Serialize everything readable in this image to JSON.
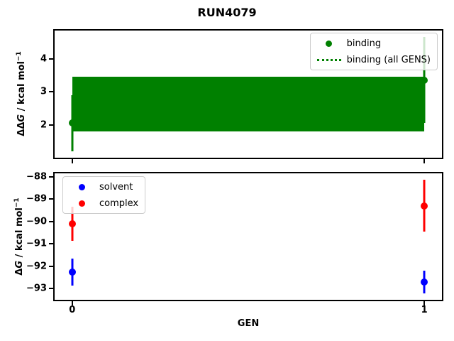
{
  "title": "RUN4079",
  "chart_data": [
    {
      "type": "errorbar",
      "panel": "top",
      "ylabel": "ΔΔG / kcal mol⁻¹",
      "ylabel_parts": {
        "prefix": "ΔΔ",
        "var": "G",
        "unit": " / kcal mol",
        "sup": "−1"
      },
      "x": [
        0,
        1
      ],
      "series": [
        {
          "name": "binding",
          "color": "#008000",
          "marker": "circle",
          "y": [
            2.05,
            3.35
          ],
          "yerr": [
            0.85,
            1.3
          ]
        },
        {
          "name": "binding (all GENS)",
          "color": "#008000",
          "style": "dotted-line-with-band",
          "mean": 2.6,
          "band": [
            1.8,
            3.45
          ]
        }
      ],
      "yticks": [
        2,
        3,
        4
      ],
      "yticklabels": [
        "2",
        "3",
        "4"
      ],
      "ylim": [
        1.0,
        4.85
      ],
      "xlim": [
        -0.05,
        1.05
      ],
      "grid": false,
      "legend_loc": "upper right"
    },
    {
      "type": "errorbar",
      "panel": "bottom",
      "xlabel": "GEN",
      "ylabel": "ΔG / kcal mol⁻¹",
      "ylabel_parts": {
        "prefix": "Δ",
        "var": "G",
        "unit": " / kcal mol",
        "sup": "−1"
      },
      "x": [
        0,
        1
      ],
      "xticklabels": [
        "0",
        "1"
      ],
      "series": [
        {
          "name": "solvent",
          "color": "#0000ff",
          "marker": "circle",
          "y": [
            -92.25,
            -92.7
          ],
          "yerr": [
            0.6,
            0.5
          ]
        },
        {
          "name": "complex",
          "color": "#ff0000",
          "marker": "circle",
          "y": [
            -90.1,
            -89.3
          ],
          "yerr": [
            0.75,
            1.15
          ]
        }
      ],
      "yticks": [
        -88,
        -89,
        -90,
        -91,
        -92,
        -93
      ],
      "yticklabels": [
        "−88",
        "−89",
        "−90",
        "−91",
        "−92",
        "−93"
      ],
      "ylim": [
        -93.5,
        -87.85
      ],
      "xlim": [
        -0.05,
        1.05
      ],
      "grid": false,
      "legend_loc": "upper left"
    }
  ]
}
